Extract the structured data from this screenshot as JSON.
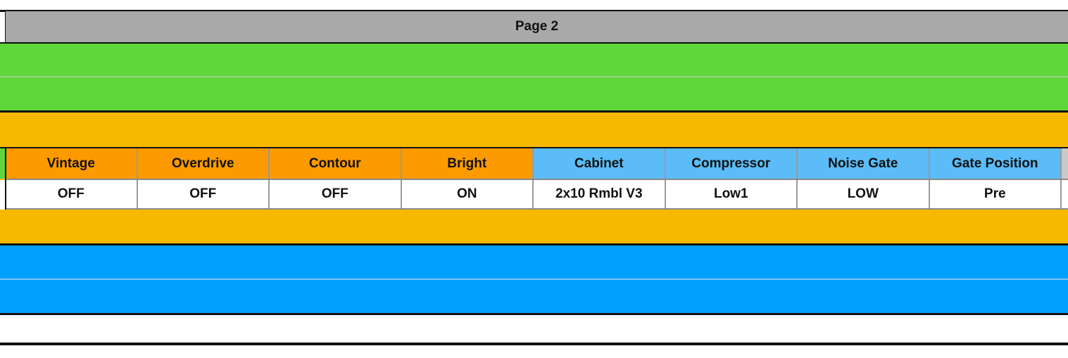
{
  "header": {
    "title": "Page 2"
  },
  "colors": {
    "header_bg": "#a9a9a9",
    "green_band": "#5fd63a",
    "amber_band": "#f7b800",
    "blue_band": "#00a0ff",
    "amp_param_bg": "#fd9a00",
    "cab_param_bg": "#5bbcf7"
  },
  "params": {
    "labels": [
      "Vintage",
      "Overdrive",
      "Contour",
      "Bright",
      "Cabinet",
      "Compressor",
      "Noise Gate",
      "Gate Position"
    ],
    "values": [
      "OFF",
      "OFF",
      "OFF",
      "ON",
      "2x10 Rmbl V3",
      "Low1",
      "LOW",
      "Pre"
    ]
  }
}
